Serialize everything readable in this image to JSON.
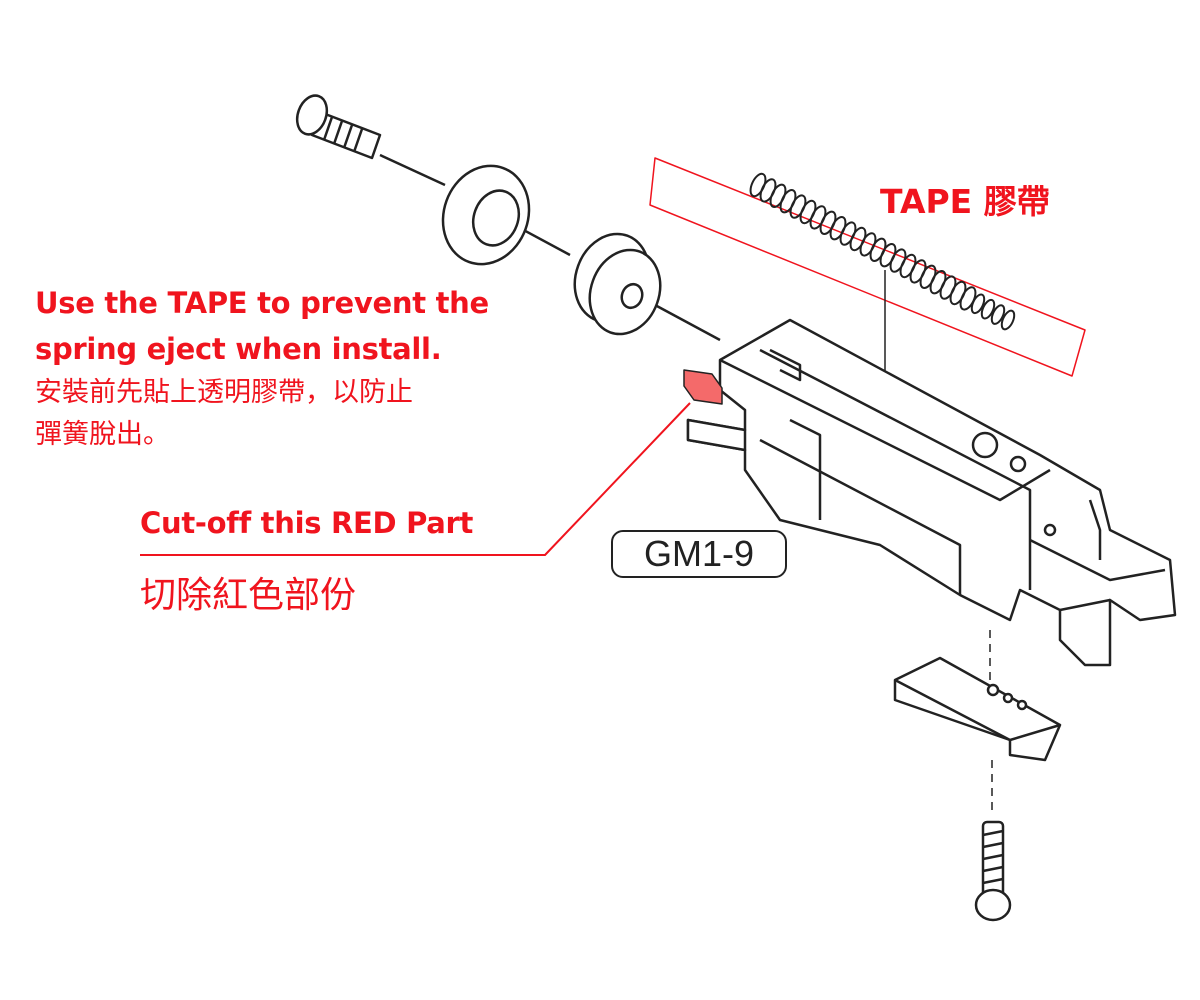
{
  "labels": {
    "tape": "TAPE 膠帶",
    "instruction_en_1": "Use the TAPE to prevent the",
    "instruction_en_2": "spring eject when install.",
    "instruction_cn_1": "安裝前先貼上透明膠帶，以防止",
    "instruction_cn_2": "彈簧脫出。",
    "cutoff_en": "Cut-off this RED Part",
    "cutoff_cn": "切除紅色部份",
    "part_number": "GM1-9"
  },
  "colors": {
    "annotation": "#f0141e",
    "lineart": "#222222"
  }
}
